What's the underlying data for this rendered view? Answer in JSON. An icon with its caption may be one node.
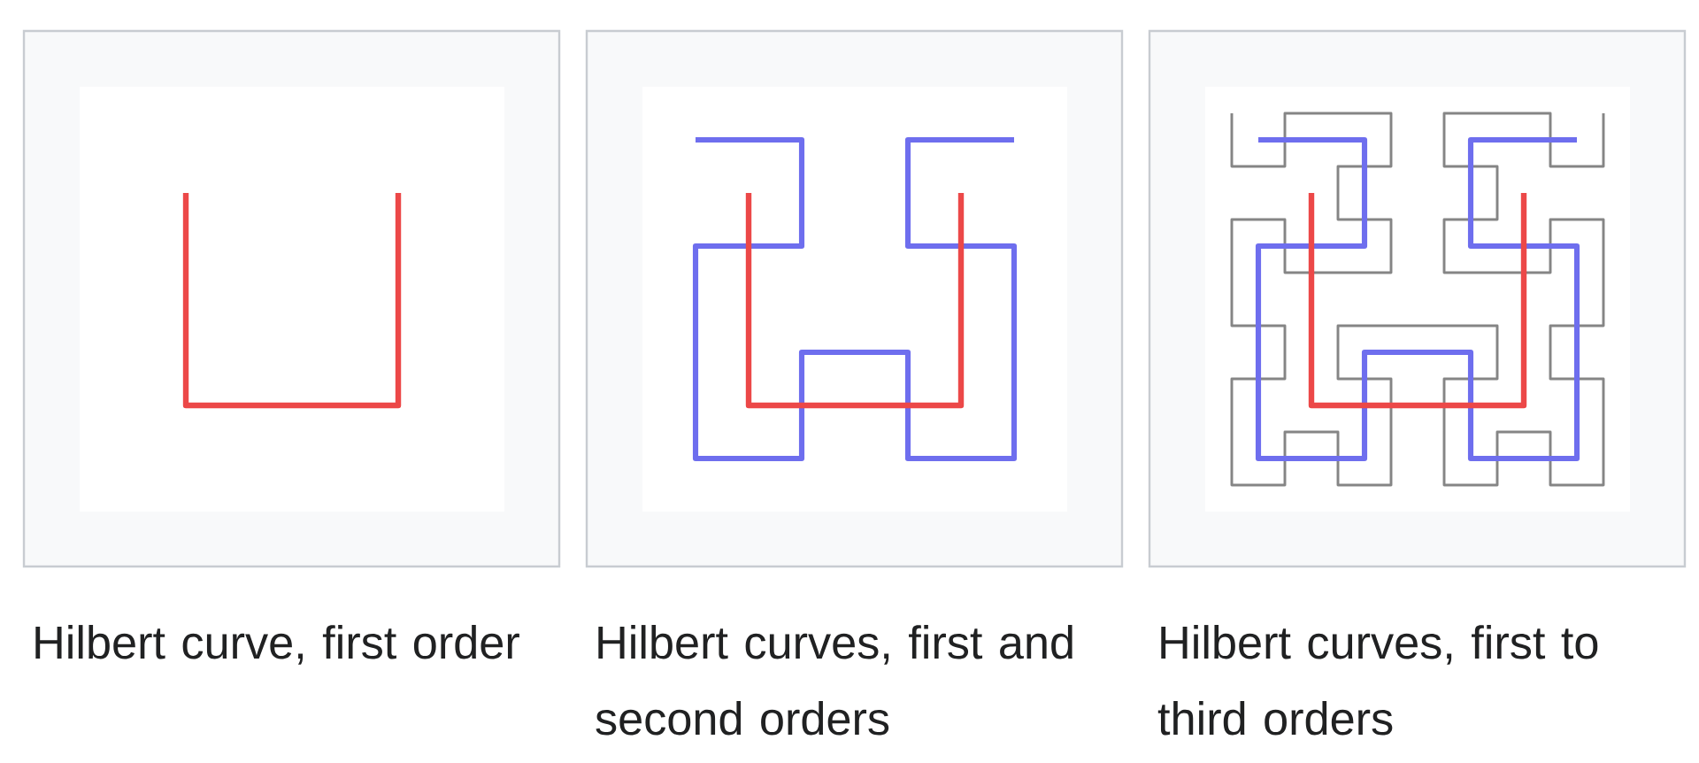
{
  "diagram": {
    "labels": [
      "Hilbert curve, first order",
      "Hilbert curves, first and second orders",
      "Hilbert curves, first to third orders"
    ]
  }
}
